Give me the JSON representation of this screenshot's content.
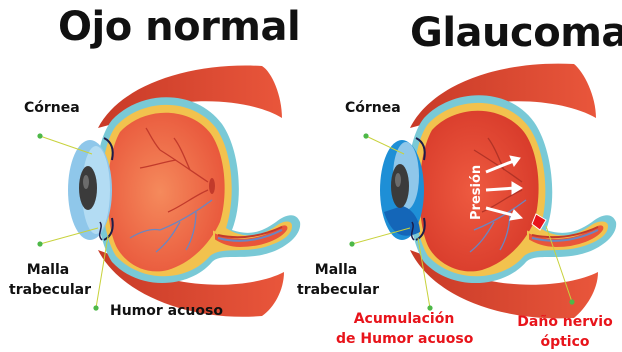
{
  "titles": {
    "normal": "Ojo normal",
    "glaucoma": "Glaucoma"
  },
  "normal_eye": {
    "cornea": "Córnea",
    "mesh_line1": "Malla",
    "mesh_line2": "trabecular",
    "humor": "Humor acuoso"
  },
  "glaucoma_eye": {
    "cornea": "Córnea",
    "mesh_line1": "Malla",
    "mesh_line2": "trabecular",
    "pressure": "Presión",
    "accumulation_line1": "Acumulación",
    "accumulation_line2": "de Humor acuoso",
    "damage_line1": "Daño nervio",
    "damage_line2": "óptico"
  },
  "colors": {
    "text": "#111111",
    "highlight_red": "#e8141b",
    "muscle": "#d9452f",
    "sclera_outline": "#79c9d6",
    "sclera_band": "#f2c24e",
    "eye_interior": "#ef6a43",
    "glaucoma_interior": "#e64532",
    "vessels": "#c23a2b",
    "veins": "#6a86c2",
    "cornea_blue": "#1e8fd6",
    "lens": "#8fc7ea",
    "pupil": "#3b3b3b",
    "pointer_dot": "#4db848",
    "pointer_line": "#c8d23c"
  },
  "icons": {
    "pressure_arrows": "arrow-right-icon"
  }
}
